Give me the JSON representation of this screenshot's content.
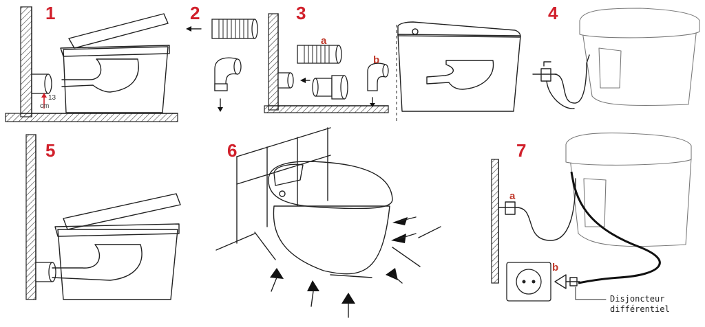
{
  "steps": {
    "s1": "1",
    "s2": "2",
    "s3": "3",
    "s4": "4",
    "s5": "5",
    "s6": "6",
    "s7": "7"
  },
  "step1": {
    "height_value": "13",
    "height_unit": "cm"
  },
  "step3": {
    "label_a": "a",
    "label_b": "b"
  },
  "step7": {
    "label_a": "a",
    "label_b": "b",
    "breaker_line1": "Disjoncteur",
    "breaker_line2": "différentiel"
  },
  "colors": {
    "step_number": "#d1202b",
    "dimension_arrow": "#d1202b",
    "line": "#222222"
  }
}
